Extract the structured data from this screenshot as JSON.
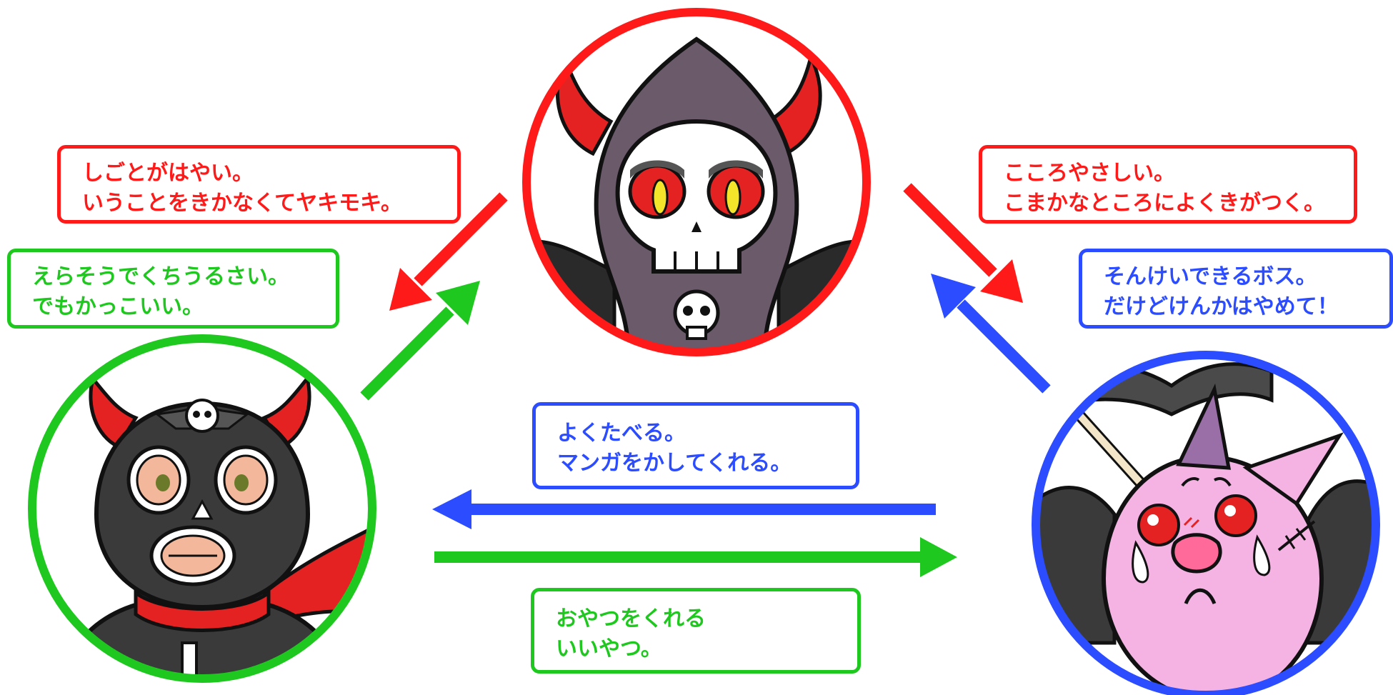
{
  "colors": {
    "red": "#ff1a1a",
    "green": "#1ec81e",
    "blue": "#2b4cff"
  },
  "characters": {
    "top": {
      "icon": "skull-reaper-character-icon",
      "ring_color": "#ff1a1a"
    },
    "left": {
      "icon": "masked-wrestler-character-icon",
      "ring_color": "#1ec81e"
    },
    "right": {
      "icon": "crying-pink-creature-character-icon",
      "ring_color": "#2b4cff"
    }
  },
  "labels": {
    "top_to_left": {
      "lines": [
        "しごとがはやい。",
        "いうことをきかなくてヤキモキ。"
      ],
      "color": "#ff1a1a"
    },
    "left_to_top": {
      "lines": [
        "えらそうでくちうるさい。",
        "でもかっこいい。"
      ],
      "color": "#1ec81e"
    },
    "top_to_right": {
      "lines": [
        "こころやさしい。",
        "こまかなところによくきがつく。"
      ],
      "color": "#ff1a1a"
    },
    "right_to_top": {
      "lines": [
        "そんけいできるボス。",
        "だけどけんかはやめて！"
      ],
      "color": "#2b4cff"
    },
    "right_to_left": {
      "lines": [
        "よくたべる。",
        "マンガをかしてくれる。"
      ],
      "color": "#2b4cff"
    },
    "left_to_right": {
      "lines": [
        "おやつをくれる",
        "いいやつ。"
      ],
      "color": "#1ec81e"
    }
  }
}
